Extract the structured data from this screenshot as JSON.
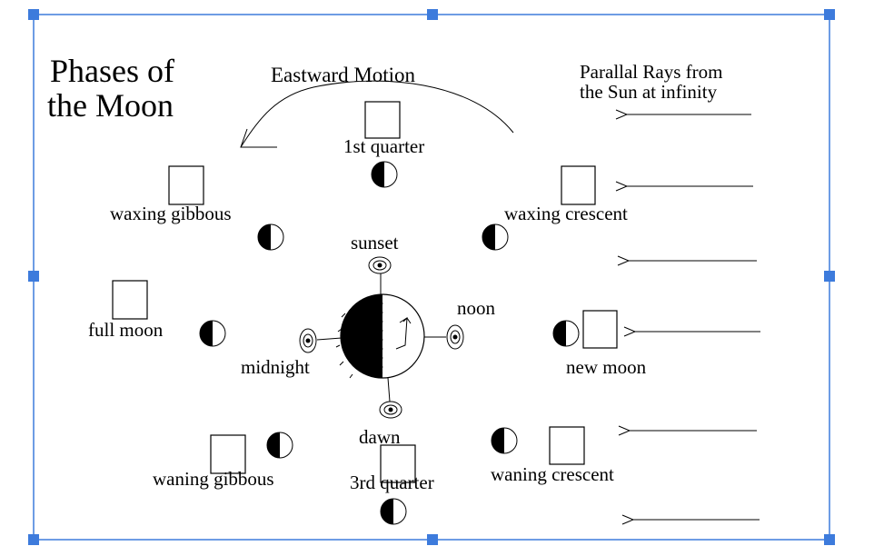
{
  "title_line1": "Phases of",
  "title_line2": "the Moon",
  "motion_label": "Eastward Motion",
  "rays_label_line1": "Parallal Rays from",
  "rays_label_line2": "the Sun at infinity",
  "times": {
    "sunset": "sunset",
    "noon": "noon",
    "midnight": "midnight",
    "dawn": "dawn"
  },
  "phases": {
    "first_quarter": "1st quarter",
    "waxing_gibbous": "waxing gibbous",
    "waxing_crescent": "waxing crescent",
    "full_moon": "full moon",
    "new_moon": "new moon",
    "waning_gibbous": "waning gibbous",
    "third_quarter": "3rd quarter",
    "waning_crescent": "waning crescent"
  },
  "colors": {
    "selection": "#3d7bdc",
    "ink": "#000000"
  }
}
